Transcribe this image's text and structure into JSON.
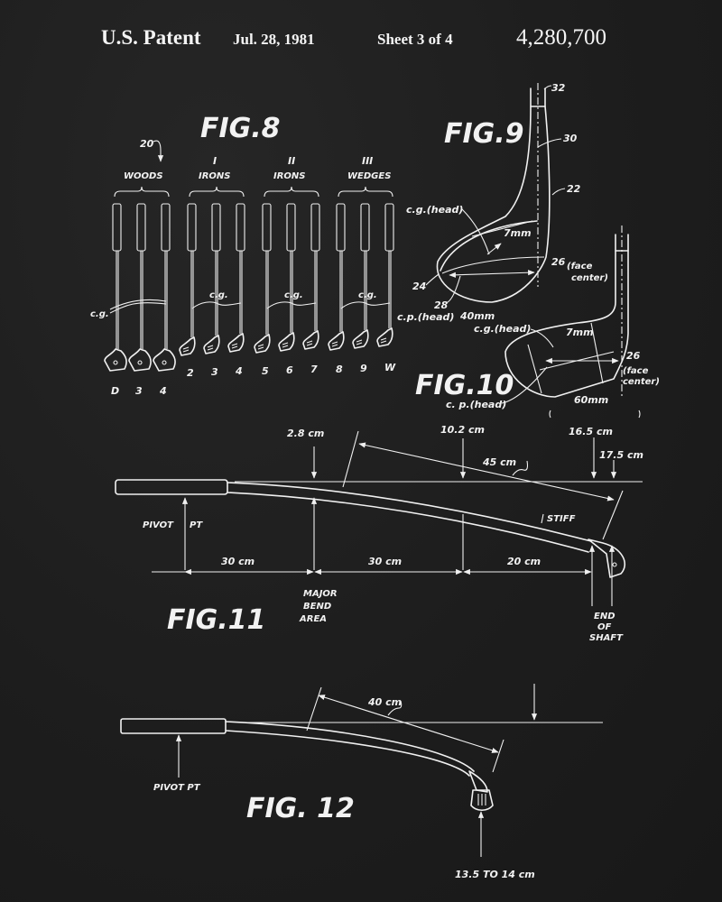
{
  "header": {
    "title": "U.S. Patent",
    "date": "Jul. 28, 1981",
    "sheet": "Sheet 3 of 4",
    "patent_number": "4,280,700"
  },
  "colors": {
    "background": "#1e1e1e",
    "ink": "#f0f0f0"
  },
  "fig8": {
    "title": "FIG.8",
    "ref": "20",
    "groups": [
      {
        "numeral": "",
        "label": "WOODS",
        "cg": "c.g.",
        "clubs": [
          "D",
          "3",
          "4"
        ]
      },
      {
        "numeral": "I",
        "label": "IRONS",
        "cg": "c.g.",
        "clubs": [
          "2",
          "3",
          "4"
        ]
      },
      {
        "numeral": "II",
        "label": "IRONS",
        "cg": "c.g.",
        "clubs": [
          "5",
          "6",
          "7"
        ]
      },
      {
        "numeral": "III",
        "label": "WEDGES",
        "cg": "c.g.",
        "clubs": [
          "8",
          "9",
          "W"
        ]
      }
    ]
  },
  "fig9": {
    "title": "FIG.9",
    "refs": [
      "32",
      "30",
      "22",
      "24",
      "28"
    ],
    "face_ref": "26",
    "face_label_1": "(face",
    "face_label_2": "center)",
    "cg": "c.g.(head)",
    "cp": "c.p.(head)",
    "dim_small": "7mm",
    "dim_large": "40mm"
  },
  "fig10": {
    "title": "FIG.10",
    "face_ref": "26",
    "face_label_1": "(face",
    "face_label_2": "center)",
    "cg": "c.g.(head)",
    "cp": "c. p.(head)",
    "dim_small": "7mm",
    "dim_large": "60mm"
  },
  "fig11": {
    "title": "FIG.11",
    "top_dims": [
      "2.8 cm",
      "10.2 cm",
      "16.5 cm",
      "17.5 cm"
    ],
    "diag_dim": "45 cm",
    "stiff": "STIFF",
    "pivot": "PIVOT",
    "pt": "PT",
    "bottom_dims": [
      "30 cm",
      "30 cm",
      "20 cm"
    ],
    "major_bend": [
      "MAJOR",
      "BEND",
      "AREA"
    ],
    "end_shaft": [
      "END",
      "OF",
      "SHAFT"
    ]
  },
  "fig12": {
    "title": "FIG. 12",
    "diag_dim": "40 cm",
    "pivot": "PIVOT PT",
    "head_dim": "13.5 TO 14 cm"
  }
}
